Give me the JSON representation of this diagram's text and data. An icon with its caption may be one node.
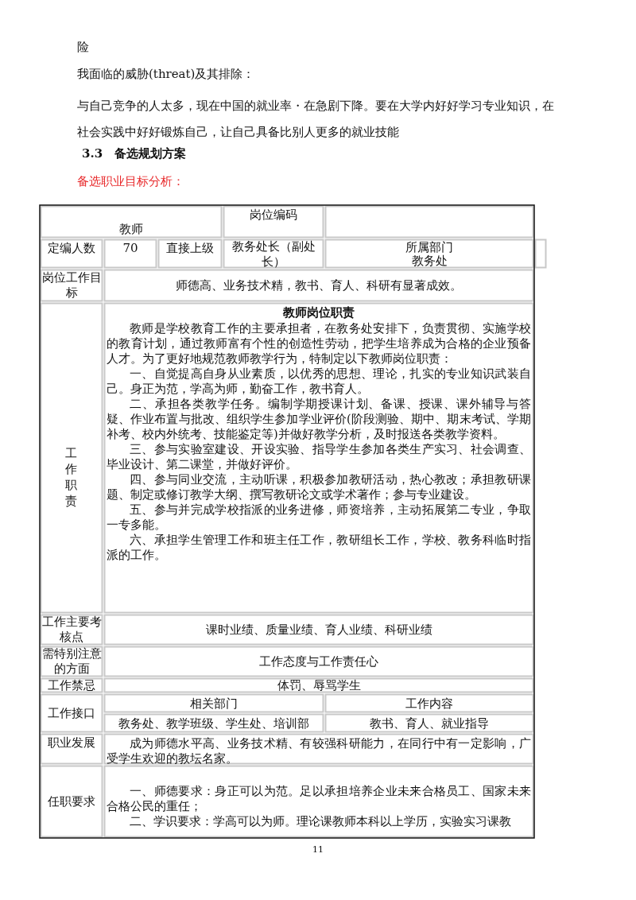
{
  "diagram": {
    "title": "3.3　备选规划方案",
    "labels": [
      "险",
      "我面临的威胁(threat)及其排除：",
      "与自己竞争的人太多，现在中国的就业率・在急剧下降。要在大学内好好学习专业知识，在社会实践中好好锻炼自己，让自己具备比别人更多的就业技能",
      "备选职业目标分析：",
      "教师",
      "岗位编码",
      "定编人数",
      "70",
      "直接上级",
      "教务处长（副处长）",
      "所属部门",
      "教务处",
      "岗位工作目标",
      "师德高、业务技术精，教书、育人、科研有显著成效。",
      "工作职责",
      "教师岗位职责",
      "教师是学校教育工作的主要承担者，在教务处安排下，负责贯彻、实施学校的教育计划，通过教师富有个性的创造性劳动，把学生培养成为合格的企业预备人才。为了更好地规范教师教学行为，特制定以下教师岗位职责：",
      "一、自觉提高自身从业素质，以优秀的思想、理论，扎实的专业知识武装自己。身正为范，学高为师，勤奋工作，教书育人。",
      "二、承担各类教学任务。编制学期授课计划、备课、授课、课外辅导与答疑、作业布置与批改、组织学生参加学业评价(阶段测验、期中、期末考试、学期补考、校内外统考、技能鉴定等)并做好教学分析，及时报送各类教学资料。",
      "三、参与实验室建设、开设实验、指导学生参加各类生产实习、社会调查、毕业设计、第二课堂，并做好评价。",
      "四、参与同业交流，主动听课，积极参加教研活动，热心教改；承担教研课题、制定或修订教学大纲、撰写教研论文或学术著作；参与专业建设。",
      "五、参与并完成学校指派的业务进修，师资培养，主动拓展第二专业，争取一专多能。",
      "六、承担学生管理工作和班主任工作，教研组长工作，学校、教务科临时指派的工作。",
      "工作主要考核点",
      "课时业绩、质量业绩、育人业绩、科研业绩",
      "需特别注意的方面",
      "工作态度与工作责任心",
      "工作禁忌",
      "体罚、辱骂学生",
      "工作接口",
      "相关部门",
      "工作内容",
      "教务处、教学班级、学生处、培训部",
      "教书、育人、就业指导",
      "职业发展",
      "成为师德水平高、业务技术精、有较强科研能力，在同行中有一定影响，广受学生欢迎的教坛名家。",
      "任职要求",
      "一、师德要求：身正可以为范。足以承担培养企业未来合格员工、国家未来合格公民的重任；",
      "二、学识要求：学高可以为师。理论课教师本科以上学历，实验实习课教",
      "11"
    ]
  }
}
